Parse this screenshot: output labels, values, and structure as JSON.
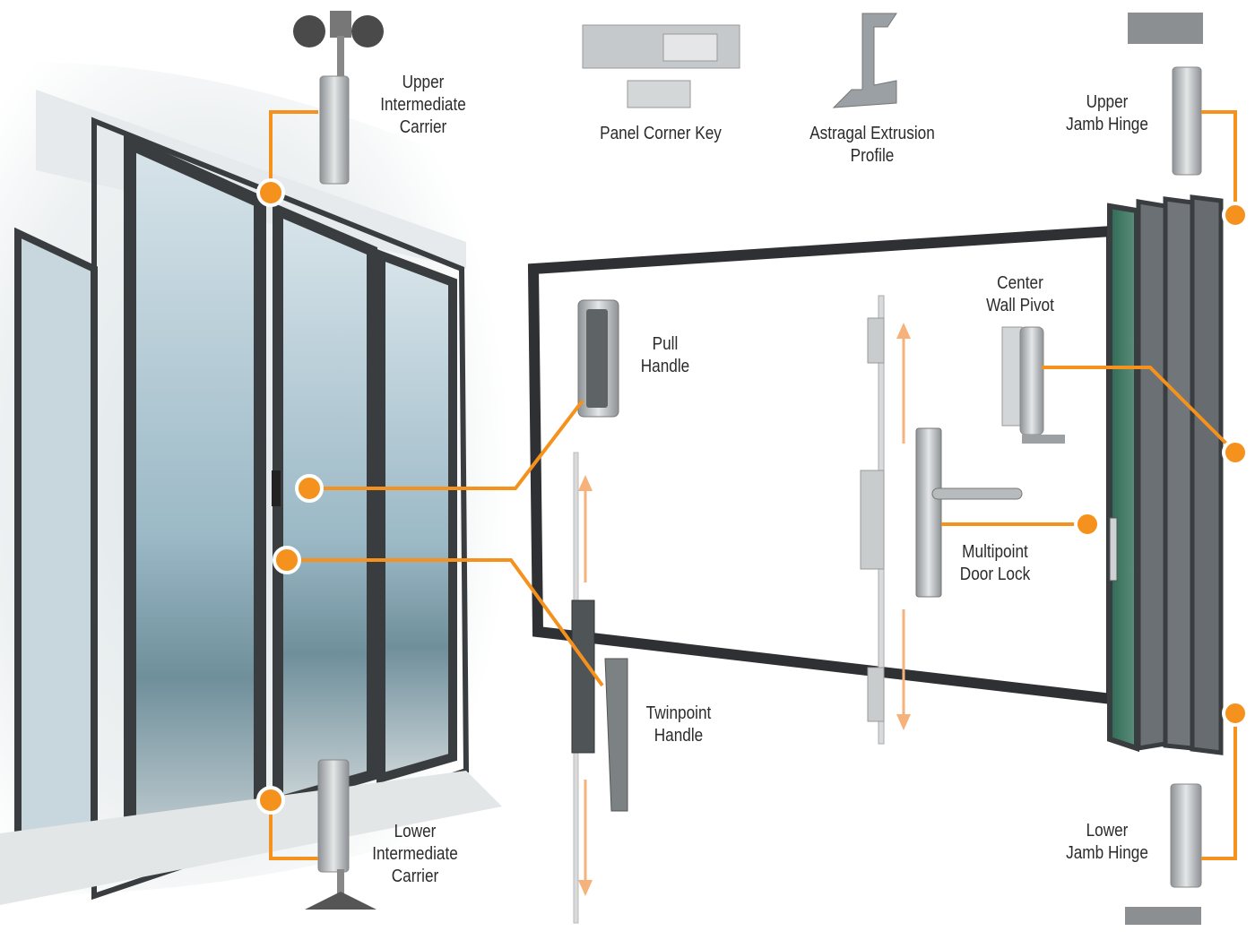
{
  "colors": {
    "accent": "#f5921e",
    "frame": "#3a3d40",
    "glass": "#8fb3c4",
    "metal": "#b9bdc0"
  },
  "labels": {
    "upper_intermediate_carrier": [
      "Upper",
      "Intermediate",
      "Carrier"
    ],
    "panel_corner_key": [
      "Panel Corner Key"
    ],
    "astragal_extrusion_profile": [
      "Astragal Extrusion",
      "Profile"
    ],
    "upper_jamb_hinge": [
      "Upper",
      "Jamb Hinge"
    ],
    "center_wall_pivot": [
      "Center",
      "Wall Pivot"
    ],
    "pull_handle": [
      "Pull",
      "Handle"
    ],
    "multipoint_door_lock": [
      "Multipoint",
      "Door Lock"
    ],
    "twinpoint_handle": [
      "Twinpoint",
      "Handle"
    ],
    "lower_intermediate_carrier": [
      "Lower",
      "Intermediate",
      "Carrier"
    ],
    "lower_jamb_hinge": [
      "Lower",
      "Jamb Hinge"
    ]
  }
}
